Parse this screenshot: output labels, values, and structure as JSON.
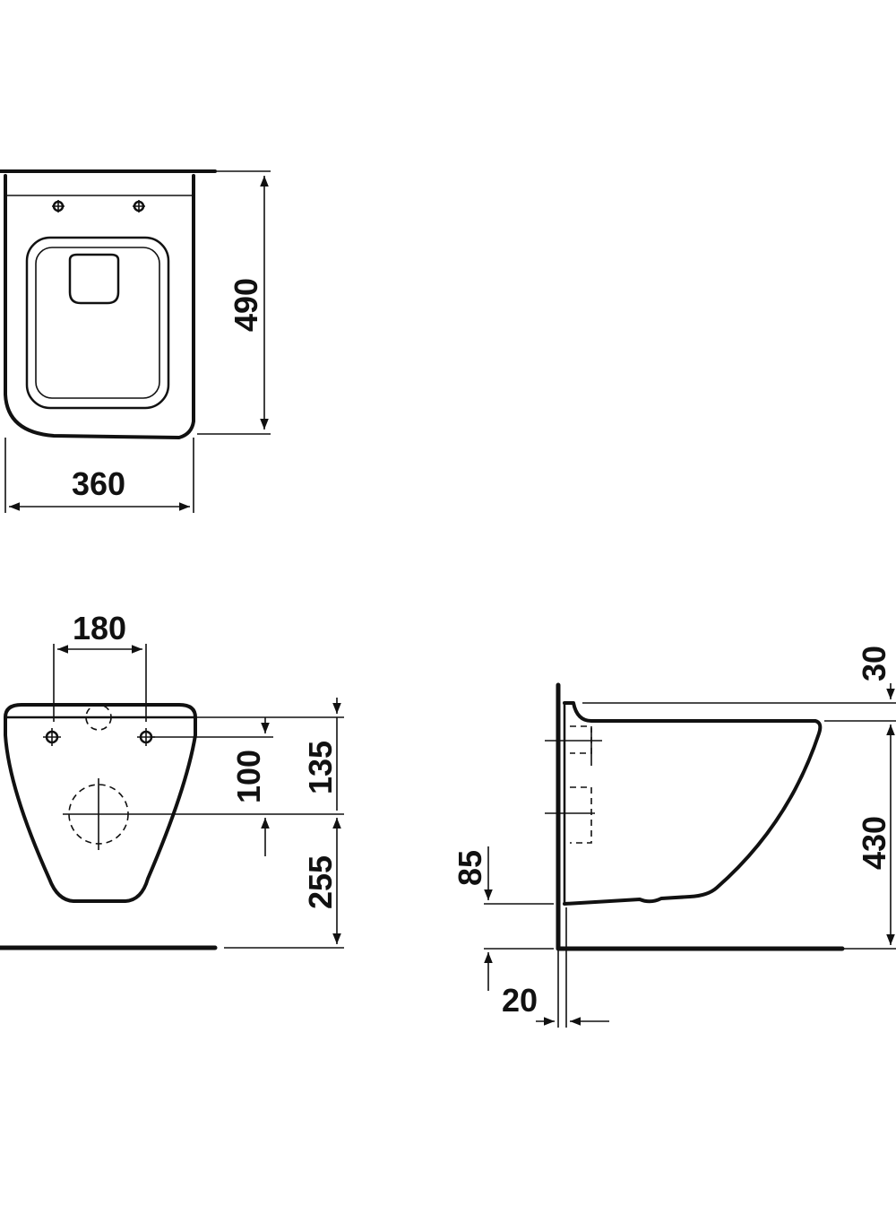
{
  "top_view": {
    "dimension_depth": "490",
    "dimension_width": "360"
  },
  "front_view": {
    "dimension_fixing_spacing": "180",
    "dimension_outlet_offset": "100",
    "dimension_top_to_outlet": "135",
    "dimension_outlet_height": "255"
  },
  "side_view": {
    "dimension_rim_offset": "30",
    "dimension_rim_height": "430",
    "dimension_bottom_gap": "85",
    "dimension_wall_offset": "20"
  }
}
